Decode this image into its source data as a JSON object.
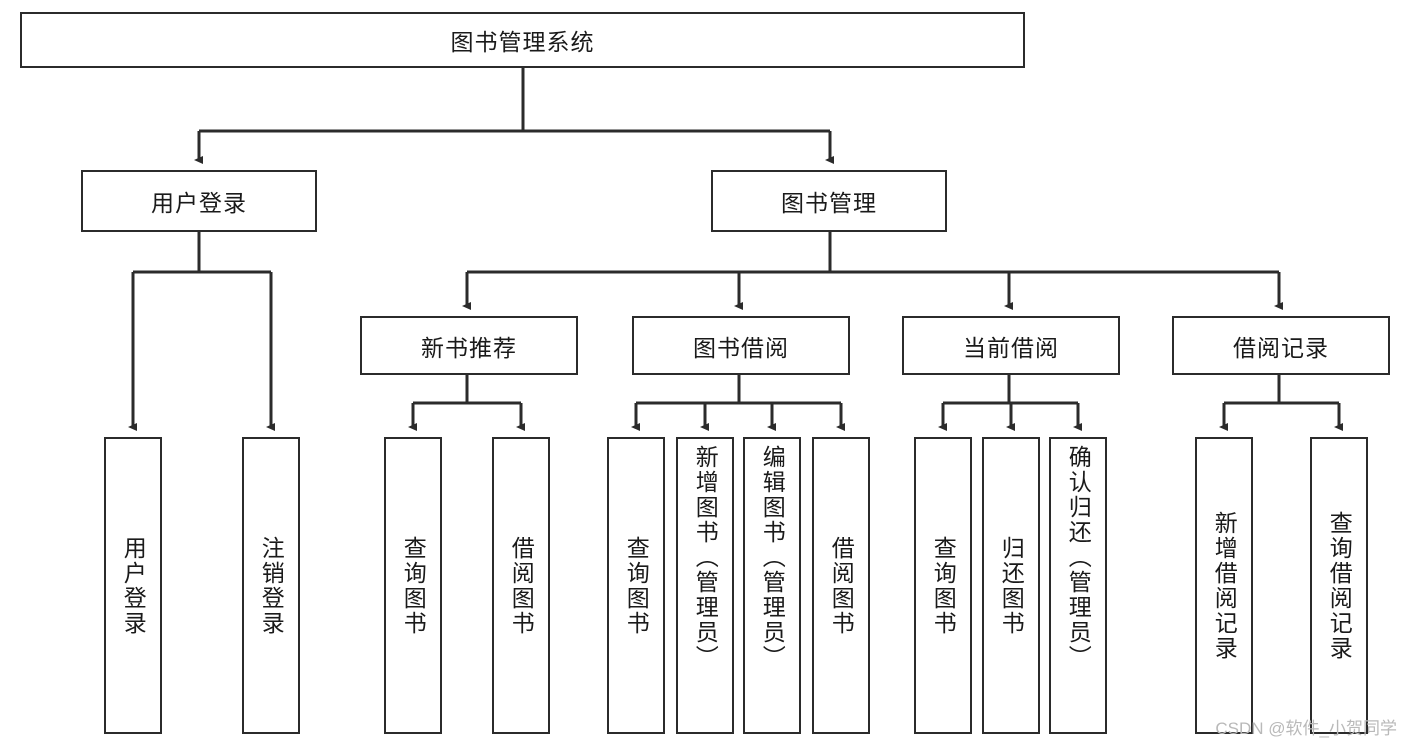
{
  "diagram": {
    "title": "图书管理系统",
    "type": "hierarchy-tree",
    "root": {
      "label": "图书管理系统"
    },
    "level2": [
      {
        "label": "用户登录"
      },
      {
        "label": "图书管理"
      }
    ],
    "level3": [
      {
        "label": "新书推荐",
        "parent": "图书管理"
      },
      {
        "label": "图书借阅",
        "parent": "图书管理"
      },
      {
        "label": "当前借阅",
        "parent": "图书管理"
      },
      {
        "label": "借阅记录",
        "parent": "图书管理"
      }
    ],
    "leaves": {
      "user_login": [
        {
          "label": "用户登录"
        },
        {
          "label": "注销登录"
        }
      ],
      "new_book_recommend": [
        {
          "label": "查询图书"
        },
        {
          "label": "借阅图书"
        }
      ],
      "book_borrow": [
        {
          "label": "查询图书"
        },
        {
          "label": "新增图书（管理员）"
        },
        {
          "label": "编辑图书（管理员）"
        },
        {
          "label": "借阅图书"
        }
      ],
      "current_borrow": [
        {
          "label": "查询图书"
        },
        {
          "label": "归还图书"
        },
        {
          "label": "确认归还（管理员）"
        }
      ],
      "borrow_record": [
        {
          "label": "新增借阅记录"
        },
        {
          "label": "查询借阅记录"
        }
      ]
    }
  },
  "watermark": {
    "text": "CSDN @软件_小贺同学"
  },
  "colors": {
    "stroke": "#2b2b2b",
    "background": "#ffffff",
    "text": "#1a1a1a",
    "watermark": "#b9b9b9"
  }
}
